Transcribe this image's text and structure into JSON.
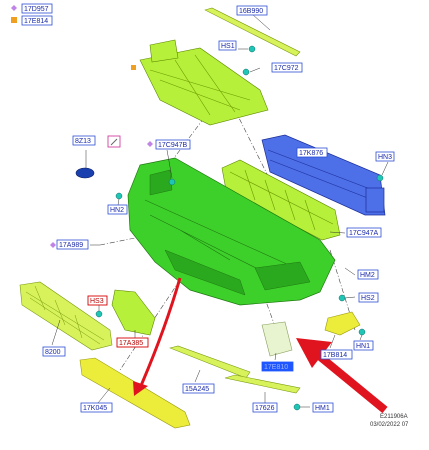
{
  "legend": {
    "items": [
      {
        "label": "17D957",
        "color": "#c084e6"
      },
      {
        "label": "17E814",
        "color": "#f0a020"
      }
    ]
  },
  "callouts": {
    "c16B990": "16B990",
    "cHS1": "HS1",
    "c17C972": "17C972",
    "c8Z13": "8Z13",
    "c17C947B": "17C947B",
    "c17K876": "17K876",
    "cHN3": "HN3",
    "cHN2": "HN2",
    "c17C947A": "17C947A",
    "c17A989": "17A989",
    "cHM2": "HM2",
    "cHS3": "HS3",
    "cHS2": "HS2",
    "c8200": "8200",
    "c17A385": "17A385",
    "c17B814": "17B814",
    "cHN1": "HN1",
    "c15A245": "15A245",
    "c17E810": "17E810",
    "c17K045": "17K045",
    "c17626": "17626",
    "cHM1": "HM1"
  },
  "watermark": {
    "line1": "E211906A",
    "line2": "03/02/2022 07"
  },
  "colors": {
    "arrow": "#e0141e",
    "callout_border": "#2b4fd6",
    "highlight_border": "#d40000"
  }
}
